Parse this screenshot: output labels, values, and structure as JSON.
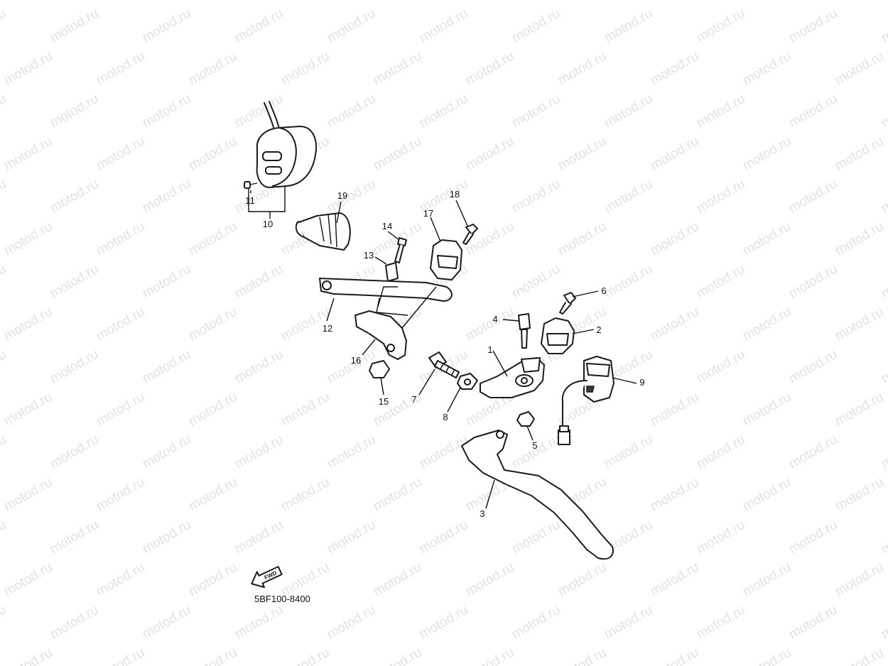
{
  "watermark": {
    "text": "motod.ru"
  },
  "callouts": [
    {
      "id": "p1",
      "label": "1"
    },
    {
      "id": "p2",
      "label": "2"
    },
    {
      "id": "p3",
      "label": "3"
    },
    {
      "id": "p4",
      "label": "4"
    },
    {
      "id": "p5",
      "label": "5"
    },
    {
      "id": "p6",
      "label": "6"
    },
    {
      "id": "p7",
      "label": "7"
    },
    {
      "id": "p8",
      "label": "8"
    },
    {
      "id": "p9",
      "label": "9"
    },
    {
      "id": "p10",
      "label": "10"
    },
    {
      "id": "p11",
      "label": "11"
    },
    {
      "id": "p12",
      "label": "12"
    },
    {
      "id": "p13",
      "label": "13"
    },
    {
      "id": "p14",
      "label": "14"
    },
    {
      "id": "p15",
      "label": "15"
    },
    {
      "id": "p16",
      "label": "16"
    },
    {
      "id": "p17",
      "label": "17"
    },
    {
      "id": "p18",
      "label": "18"
    },
    {
      "id": "p19",
      "label": "19"
    }
  ],
  "fwd_badge": {
    "text": "FWD"
  },
  "diagram_code": "5BF100-8400",
  "colors": {
    "line": "#1a1a1a",
    "watermark": "#e2e2e2",
    "background": "#ffffff"
  }
}
